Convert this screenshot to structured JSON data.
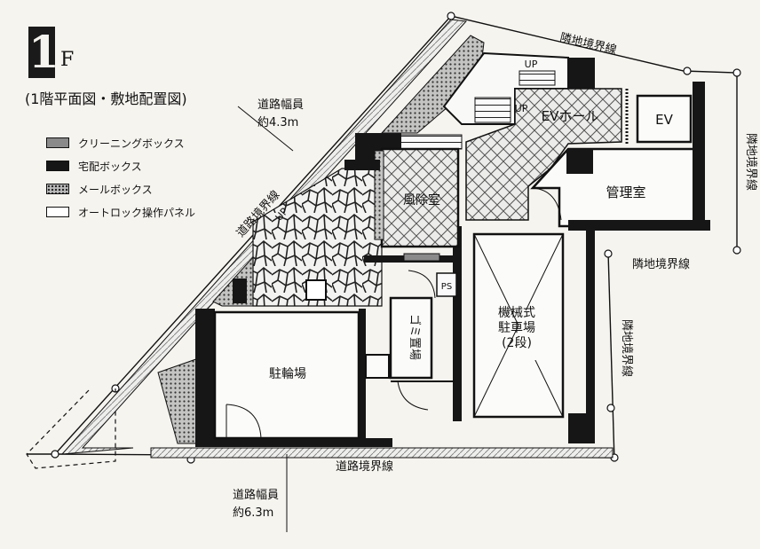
{
  "floor": {
    "number": "1",
    "unit": "F"
  },
  "subtitle": "(1階平面図・敷地配置図)",
  "legend": [
    {
      "label": "クリーニングボックス",
      "swatch": "#8a8a8a"
    },
    {
      "label": "宅配ボックス",
      "swatch": "#161616"
    },
    {
      "label": "メールボックス",
      "swatch": "#bbbbbb"
    },
    {
      "label": "オートロック操作パネル",
      "swatch": "#ffffff"
    }
  ],
  "road_top": {
    "title": "道路幅員",
    "width": "約4.3m"
  },
  "road_bottom": {
    "title": "道路幅員",
    "width": "約6.3m"
  },
  "boundaries": {
    "neighbor_top": "隣地境界線",
    "neighbor_right": "隣地境界線",
    "neighbor_mid": "隣地境界線",
    "neighbor_lower": "隣地境界線",
    "road_diag": "道路境界線",
    "road_bottom": "道路境界線"
  },
  "rooms": {
    "ev_hall": "EVホール",
    "ev": "EV",
    "windbreak": "風除室",
    "management": "管理室",
    "parking_line1": "機械式",
    "parking_line2": "駐車場",
    "parking_line3": "(2段)",
    "bicycle": "駐輪場",
    "garbage": "ゴミ置場",
    "ps": "PS",
    "up_1": "UP",
    "up_2": "UP",
    "up_3": "UP"
  }
}
